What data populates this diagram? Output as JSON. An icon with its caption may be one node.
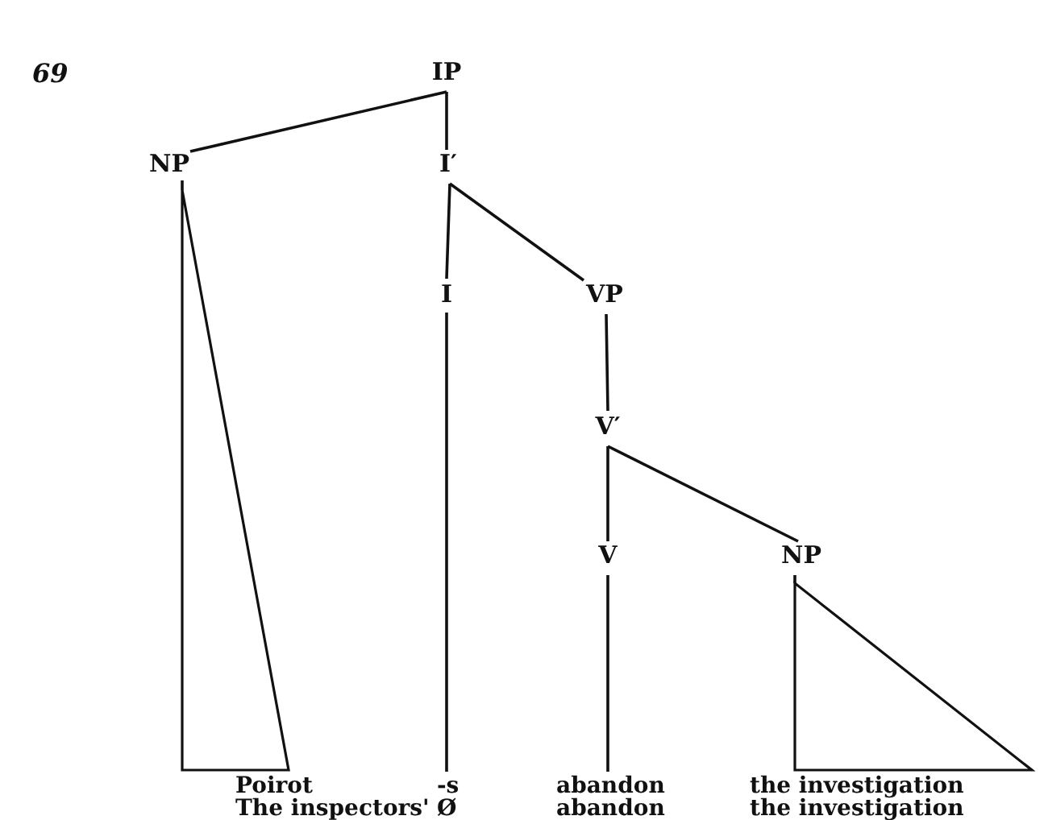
{
  "diagram": {
    "nodes": [
      {
        "text": [
          "IP"
        ]
      },
      {
        "text": [
          "NP"
        ]
      },
      {
        "text": [
          "I′"
        ]
      },
      {
        "text": [
          "I"
        ]
      },
      {
        "text": [
          "VP"
        ]
      },
      {
        "text": [
          "V′"
        ]
      },
      {
        "text": [
          "V"
        ]
      },
      {
        "text": [
          "NP"
        ]
      },
      {
        "text": [],
        "shape": "triangle"
      },
      {
        "text": [],
        "shape": "triangle"
      },
      {
        "text": [
          "Poirot",
          "The inspectors'"
        ]
      },
      {
        "text": [
          "-s",
          "Ø"
        ]
      },
      {
        "text": [
          "abandon",
          "abandon"
        ]
      },
      {
        "text": [
          "the investigation",
          "the investigation"
        ]
      }
    ],
    "edges": [
      {
        "from": 0,
        "to": 1,
        "arrow": "none"
      },
      {
        "from": 0,
        "to": 2,
        "arrow": "none"
      },
      {
        "from": 2,
        "to": 3,
        "arrow": "none"
      },
      {
        "from": 2,
        "to": 4,
        "arrow": "none"
      },
      {
        "from": 4,
        "to": 5,
        "arrow": "none"
      },
      {
        "from": 5,
        "to": 6,
        "arrow": "none"
      },
      {
        "from": 5,
        "to": 7,
        "arrow": "none"
      },
      {
        "from": 3,
        "to": 11,
        "arrow": "none"
      },
      {
        "from": 6,
        "to": 12,
        "arrow": "none"
      },
      {
        "from": 1,
        "to": 8,
        "arrow": "none"
      },
      {
        "from": 7,
        "to": 9,
        "arrow": "none"
      }
    ],
    "labels": [
      "69"
    ]
  }
}
